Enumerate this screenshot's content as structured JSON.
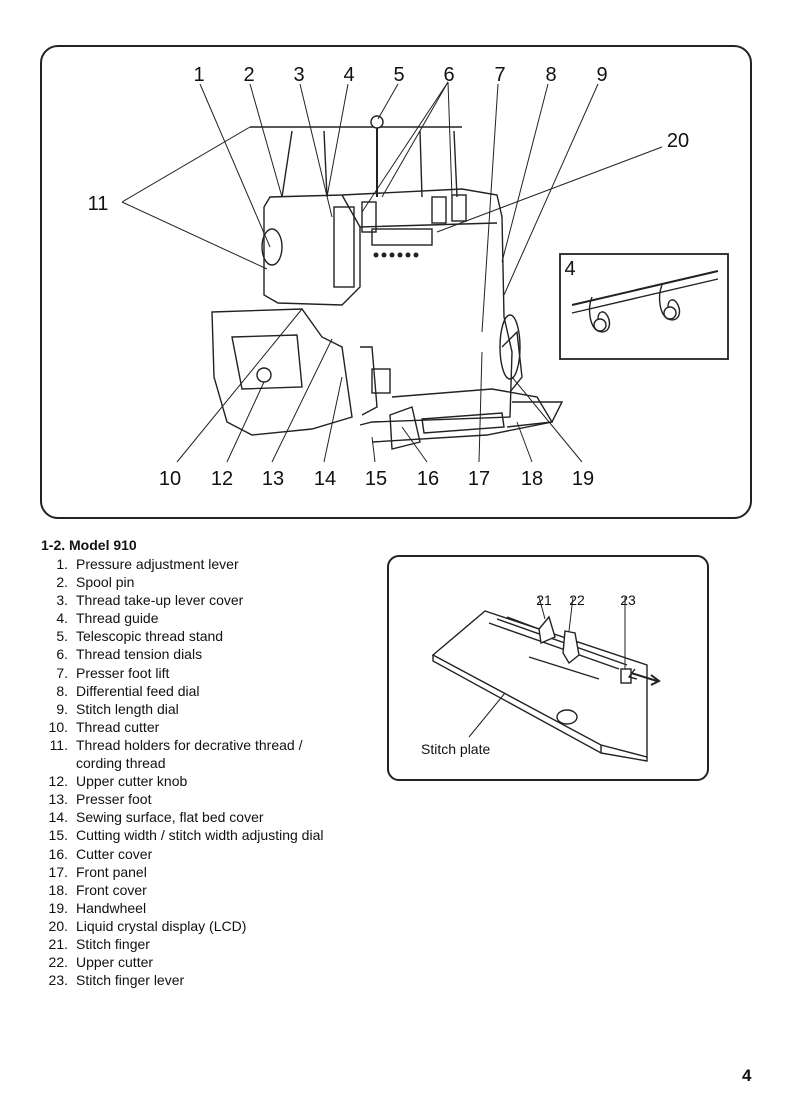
{
  "figure": {
    "callouts": [
      "1",
      "2",
      "3",
      "4",
      "5",
      "6",
      "7",
      "8",
      "9",
      "20",
      "11",
      "10",
      "12",
      "13",
      "14",
      "15",
      "16",
      "17",
      "18",
      "19"
    ],
    "inset_label": "4"
  },
  "section": {
    "heading": "1-2. Model 910"
  },
  "parts": [
    {
      "number": "1.",
      "lines": [
        "Pressure adjustment lever"
      ]
    },
    {
      "number": "2.",
      "lines": [
        "Spool pin"
      ]
    },
    {
      "number": "3.",
      "lines": [
        "Thread take-up lever cover"
      ]
    },
    {
      "number": "4.",
      "lines": [
        "Thread guide"
      ]
    },
    {
      "number": "5.",
      "lines": [
        "Telescopic thread stand"
      ]
    },
    {
      "number": "6.",
      "lines": [
        "Thread tension dials"
      ]
    },
    {
      "number": "7.",
      "lines": [
        "Presser foot lift"
      ]
    },
    {
      "number": "8.",
      "lines": [
        "Differential feed dial"
      ]
    },
    {
      "number": "9.",
      "lines": [
        "Stitch length dial"
      ]
    },
    {
      "number": "10.",
      "lines": [
        "Thread cutter"
      ]
    },
    {
      "number": "11.",
      "lines": [
        "Thread holders for decrative thread /",
        "cording thread"
      ]
    },
    {
      "number": "12.",
      "lines": [
        "Upper cutter knob"
      ]
    },
    {
      "number": "13.",
      "lines": [
        "Presser foot"
      ]
    },
    {
      "number": "14.",
      "lines": [
        "Sewing surface, flat bed cover"
      ]
    },
    {
      "number": "15.",
      "lines": [
        "Cutting width / stitch width adjusting dial"
      ]
    },
    {
      "number": "16.",
      "lines": [
        "Cutter cover"
      ]
    },
    {
      "number": "17.",
      "lines": [
        "Front panel"
      ]
    },
    {
      "number": "18.",
      "lines": [
        "Front cover"
      ]
    },
    {
      "number": "19.",
      "lines": [
        "Handwheel"
      ]
    },
    {
      "number": "20.",
      "lines": [
        "Liquid crystal display (LCD)"
      ]
    },
    {
      "number": "21.",
      "lines": [
        "Stitch finger"
      ]
    },
    {
      "number": "22.",
      "lines": [
        "Upper cutter"
      ]
    },
    {
      "number": "23.",
      "lines": [
        "Stitch finger lever"
      ]
    }
  ],
  "stitch_plate": {
    "label": "Stitch plate",
    "numbers": [
      "21",
      "22",
      "23"
    ]
  },
  "page_number": "4"
}
